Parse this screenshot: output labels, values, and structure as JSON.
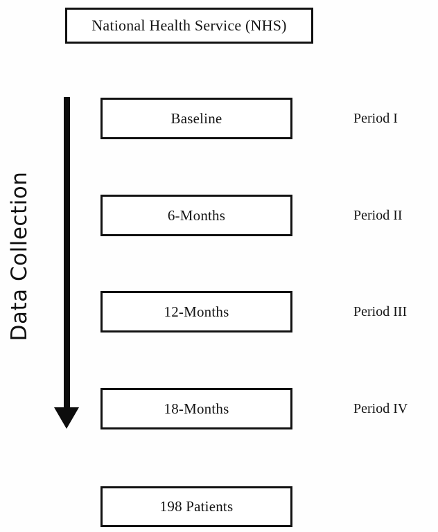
{
  "diagram": {
    "title_box": {
      "label": "National Health Service (NHS)"
    },
    "axis_caption": {
      "label": "Data Collection",
      "orientation": "vertical-bottom-to-top",
      "arrow": "down-arrow"
    },
    "timepoints": [
      {
        "box_label": "Baseline",
        "period_label": "Period I"
      },
      {
        "box_label": "6-Months",
        "period_label": "Period II"
      },
      {
        "box_label": "12-Months",
        "period_label": "Period III"
      },
      {
        "box_label": "18-Months",
        "period_label": "Period IV"
      }
    ],
    "sample_box": {
      "label": "198 Patients"
    },
    "colors": {
      "background": "#fefefe",
      "box_fill": "#ffffff",
      "box_border": "#111111",
      "text": "#141414",
      "arrow": "#0d0d0d"
    }
  }
}
